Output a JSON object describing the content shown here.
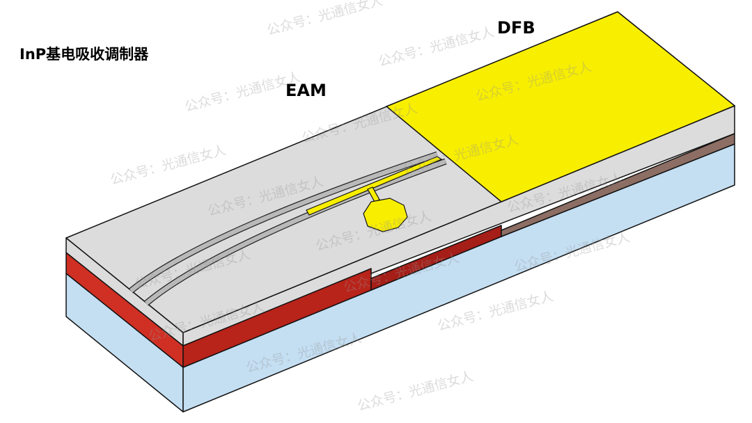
{
  "title": "InP基电吸收调制器",
  "labels": {
    "eam": "EAM",
    "dfb": "DFB"
  },
  "watermark": "公众号：光通信女人",
  "colors": {
    "top_surface": "#dcdcdc",
    "contact_gold": "#f8ee00",
    "active_layer_eam": "#c8281e",
    "active_layer_dfb": "#8c6e64",
    "substrate": "#c4def2"
  }
}
